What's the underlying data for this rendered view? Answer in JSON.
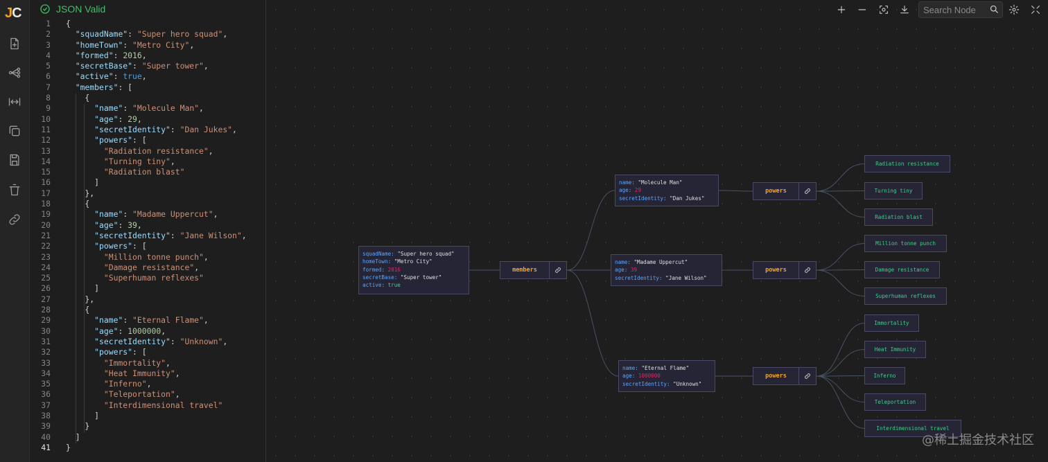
{
  "app": {
    "logo_j": "J",
    "logo_c": "C"
  },
  "sidebar": {
    "items": [
      {
        "icon": "file-plus-icon"
      },
      {
        "icon": "graph-icon"
      },
      {
        "icon": "expand-horizontal-icon"
      },
      {
        "icon": "copy-icon"
      },
      {
        "icon": "save-icon"
      },
      {
        "icon": "trash-icon"
      },
      {
        "icon": "link-icon"
      }
    ]
  },
  "editor": {
    "status": "JSON Valid",
    "status_color": "#3fbf6a",
    "active_line": 41,
    "lines": [
      [
        [
          "p",
          "{"
        ]
      ],
      [
        [
          "p",
          "  "
        ],
        [
          "k",
          "\"squadName\""
        ],
        [
          "p",
          ": "
        ],
        [
          "s",
          "\"Super hero squad\""
        ],
        [
          "p",
          ","
        ]
      ],
      [
        [
          "p",
          "  "
        ],
        [
          "k",
          "\"homeTown\""
        ],
        [
          "p",
          ": "
        ],
        [
          "s",
          "\"Metro City\""
        ],
        [
          "p",
          ","
        ]
      ],
      [
        [
          "p",
          "  "
        ],
        [
          "k",
          "\"formed\""
        ],
        [
          "p",
          ": "
        ],
        [
          "n",
          "2016"
        ],
        [
          "p",
          ","
        ]
      ],
      [
        [
          "p",
          "  "
        ],
        [
          "k",
          "\"secretBase\""
        ],
        [
          "p",
          ": "
        ],
        [
          "s",
          "\"Super tower\""
        ],
        [
          "p",
          ","
        ]
      ],
      [
        [
          "p",
          "  "
        ],
        [
          "k",
          "\"active\""
        ],
        [
          "p",
          ": "
        ],
        [
          "b",
          "true"
        ],
        [
          "p",
          ","
        ]
      ],
      [
        [
          "p",
          "  "
        ],
        [
          "k",
          "\"members\""
        ],
        [
          "p",
          ": ["
        ]
      ],
      [
        [
          "p",
          "    {"
        ]
      ],
      [
        [
          "p",
          "      "
        ],
        [
          "k",
          "\"name\""
        ],
        [
          "p",
          ": "
        ],
        [
          "s",
          "\"Molecule Man\""
        ],
        [
          "p",
          ","
        ]
      ],
      [
        [
          "p",
          "      "
        ],
        [
          "k",
          "\"age\""
        ],
        [
          "p",
          ": "
        ],
        [
          "n",
          "29"
        ],
        [
          "p",
          ","
        ]
      ],
      [
        [
          "p",
          "      "
        ],
        [
          "k",
          "\"secretIdentity\""
        ],
        [
          "p",
          ": "
        ],
        [
          "s",
          "\"Dan Jukes\""
        ],
        [
          "p",
          ","
        ]
      ],
      [
        [
          "p",
          "      "
        ],
        [
          "k",
          "\"powers\""
        ],
        [
          "p",
          ": ["
        ]
      ],
      [
        [
          "p",
          "        "
        ],
        [
          "s",
          "\"Radiation resistance\""
        ],
        [
          "p",
          ","
        ]
      ],
      [
        [
          "p",
          "        "
        ],
        [
          "s",
          "\"Turning tiny\""
        ],
        [
          "p",
          ","
        ]
      ],
      [
        [
          "p",
          "        "
        ],
        [
          "s",
          "\"Radiation blast\""
        ]
      ],
      [
        [
          "p",
          "      ]"
        ]
      ],
      [
        [
          "p",
          "    },"
        ]
      ],
      [
        [
          "p",
          "    {"
        ]
      ],
      [
        [
          "p",
          "      "
        ],
        [
          "k",
          "\"name\""
        ],
        [
          "p",
          ": "
        ],
        [
          "s",
          "\"Madame Uppercut\""
        ],
        [
          "p",
          ","
        ]
      ],
      [
        [
          "p",
          "      "
        ],
        [
          "k",
          "\"age\""
        ],
        [
          "p",
          ": "
        ],
        [
          "n",
          "39"
        ],
        [
          "p",
          ","
        ]
      ],
      [
        [
          "p",
          "      "
        ],
        [
          "k",
          "\"secretIdentity\""
        ],
        [
          "p",
          ": "
        ],
        [
          "s",
          "\"Jane Wilson\""
        ],
        [
          "p",
          ","
        ]
      ],
      [
        [
          "p",
          "      "
        ],
        [
          "k",
          "\"powers\""
        ],
        [
          "p",
          ": ["
        ]
      ],
      [
        [
          "p",
          "        "
        ],
        [
          "s",
          "\"Million tonne punch\""
        ],
        [
          "p",
          ","
        ]
      ],
      [
        [
          "p",
          "        "
        ],
        [
          "s",
          "\"Damage resistance\""
        ],
        [
          "p",
          ","
        ]
      ],
      [
        [
          "p",
          "        "
        ],
        [
          "s",
          "\"Superhuman reflexes\""
        ]
      ],
      [
        [
          "p",
          "      ]"
        ]
      ],
      [
        [
          "p",
          "    },"
        ]
      ],
      [
        [
          "p",
          "    {"
        ]
      ],
      [
        [
          "p",
          "      "
        ],
        [
          "k",
          "\"name\""
        ],
        [
          "p",
          ": "
        ],
        [
          "s",
          "\"Eternal Flame\""
        ],
        [
          "p",
          ","
        ]
      ],
      [
        [
          "p",
          "      "
        ],
        [
          "k",
          "\"age\""
        ],
        [
          "p",
          ": "
        ],
        [
          "n",
          "1000000"
        ],
        [
          "p",
          ","
        ]
      ],
      [
        [
          "p",
          "      "
        ],
        [
          "k",
          "\"secretIdentity\""
        ],
        [
          "p",
          ": "
        ],
        [
          "s",
          "\"Unknown\""
        ],
        [
          "p",
          ","
        ]
      ],
      [
        [
          "p",
          "      "
        ],
        [
          "k",
          "\"powers\""
        ],
        [
          "p",
          ": ["
        ]
      ],
      [
        [
          "p",
          "        "
        ],
        [
          "s",
          "\"Immortality\""
        ],
        [
          "p",
          ","
        ]
      ],
      [
        [
          "p",
          "        "
        ],
        [
          "s",
          "\"Heat Immunity\""
        ],
        [
          "p",
          ","
        ]
      ],
      [
        [
          "p",
          "        "
        ],
        [
          "s",
          "\"Inferno\""
        ],
        [
          "p",
          ","
        ]
      ],
      [
        [
          "p",
          "        "
        ],
        [
          "s",
          "\"Teleportation\""
        ],
        [
          "p",
          ","
        ]
      ],
      [
        [
          "p",
          "        "
        ],
        [
          "s",
          "\"Interdimensional travel\""
        ]
      ],
      [
        [
          "p",
          "      ]"
        ]
      ],
      [
        [
          "p",
          "    }"
        ]
      ],
      [
        [
          "p",
          "  ]"
        ]
      ],
      [
        [
          "p",
          "}"
        ]
      ]
    ]
  },
  "toolbar": {
    "search_placeholder": "Search Node",
    "tools": [
      "zoom-in-icon",
      "zoom-out-icon",
      "focus-icon",
      "download-icon",
      "settings-icon",
      "fullscreen-icon"
    ]
  },
  "graph": {
    "root": {
      "rows": [
        {
          "key": "squadName",
          "value": "\"Super hero squad\"",
          "type": "str"
        },
        {
          "key": "homeTown",
          "value": "\"Metro City\"",
          "type": "str"
        },
        {
          "key": "formed",
          "value": "2016",
          "type": "num"
        },
        {
          "key": "secretBase",
          "value": "\"Super tower\"",
          "type": "str"
        },
        {
          "key": "active",
          "value": "true",
          "type": "bool"
        }
      ]
    },
    "members_label": "members",
    "members": [
      {
        "rows": [
          {
            "key": "name",
            "value": "\"Molecule Man\"",
            "type": "str"
          },
          {
            "key": "age",
            "value": "29",
            "type": "num"
          },
          {
            "key": "secretIdentity",
            "value": "\"Dan Jukes\"",
            "type": "str"
          }
        ],
        "powers_label": "powers",
        "powers": [
          "Radiation resistance",
          "Turning tiny",
          "Radiation blast"
        ]
      },
      {
        "rows": [
          {
            "key": "name",
            "value": "\"Madame Uppercut\"",
            "type": "str"
          },
          {
            "key": "age",
            "value": "39",
            "type": "num"
          },
          {
            "key": "secretIdentity",
            "value": "\"Jane Wilson\"",
            "type": "str"
          }
        ],
        "powers_label": "powers",
        "powers": [
          "Million tonne punch",
          "Damage resistance",
          "Superhuman reflexes"
        ]
      },
      {
        "rows": [
          {
            "key": "name",
            "value": "\"Eternal Flame\"",
            "type": "str"
          },
          {
            "key": "age",
            "value": "1000000",
            "type": "num"
          },
          {
            "key": "secretIdentity",
            "value": "\"Unknown\"",
            "type": "str"
          }
        ],
        "powers_label": "powers",
        "powers": [
          "Immortality",
          "Heat Immunity",
          "Inferno",
          "Teleportation",
          "Interdimensional travel"
        ]
      }
    ]
  },
  "watermark": "@稀土掘金技术社区"
}
